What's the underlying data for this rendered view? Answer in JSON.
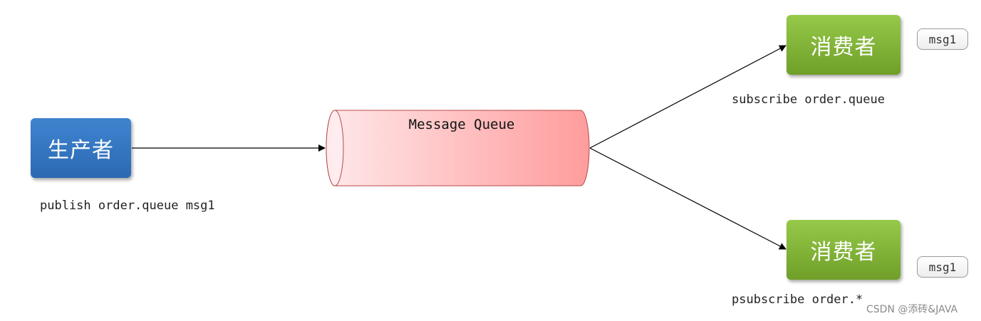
{
  "producer": {
    "label": "生产者",
    "command": "publish order.queue msg1"
  },
  "queue": {
    "label": "Message Queue"
  },
  "consumers": [
    {
      "label": "消费者",
      "command": "subscribe order.queue",
      "message": "msg1"
    },
    {
      "label": "消费者",
      "command": "psubscribe order.*",
      "message": "msg1"
    }
  ],
  "watermark": "CSDN @添砖&JAVA",
  "colors": {
    "producer": "#3070bb",
    "consumer": "#7fb236",
    "queue_light": "#ffe3e6",
    "queue_dark": "#ff9e9e",
    "queue_border": "#b84a4a"
  }
}
